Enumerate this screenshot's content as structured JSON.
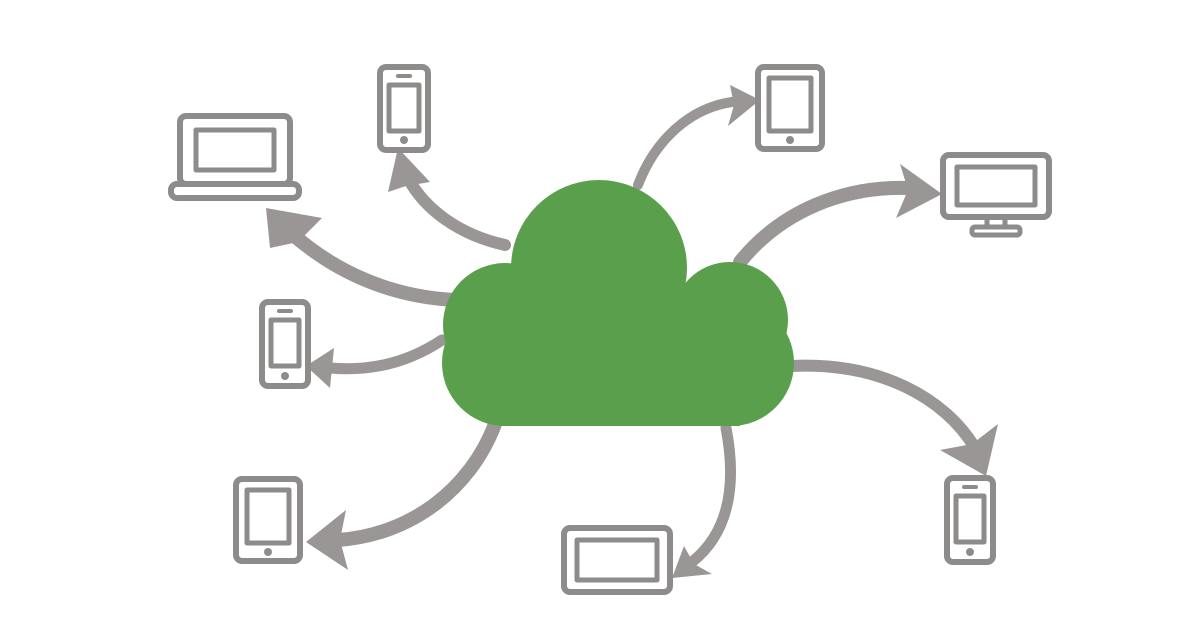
{
  "colors": {
    "background": "#ffffff",
    "cloud": "#5a9f4c",
    "device": "#8e8b8b",
    "arrow": "#9a9696"
  },
  "hub": {
    "icon": "cloud-icon"
  },
  "devices": [
    {
      "id": "laptop",
      "icon": "laptop-icon"
    },
    {
      "id": "phone-top",
      "icon": "smartphone-icon"
    },
    {
      "id": "tablet-top",
      "icon": "tablet-icon"
    },
    {
      "id": "monitor",
      "icon": "desktop-monitor-icon"
    },
    {
      "id": "phone-left",
      "icon": "smartphone-icon"
    },
    {
      "id": "phone-right",
      "icon": "smartphone-icon"
    },
    {
      "id": "tablet-left",
      "icon": "tablet-icon"
    },
    {
      "id": "tablet-landscape",
      "icon": "tablet-landscape-icon"
    }
  ],
  "arrows": [
    {
      "from": "cloud",
      "to": "laptop"
    },
    {
      "from": "cloud",
      "to": "phone-top"
    },
    {
      "from": "cloud",
      "to": "tablet-top"
    },
    {
      "from": "cloud",
      "to": "monitor"
    },
    {
      "from": "cloud",
      "to": "phone-left"
    },
    {
      "from": "cloud",
      "to": "phone-right"
    },
    {
      "from": "cloud",
      "to": "tablet-left"
    },
    {
      "from": "cloud",
      "to": "tablet-landscape"
    }
  ]
}
